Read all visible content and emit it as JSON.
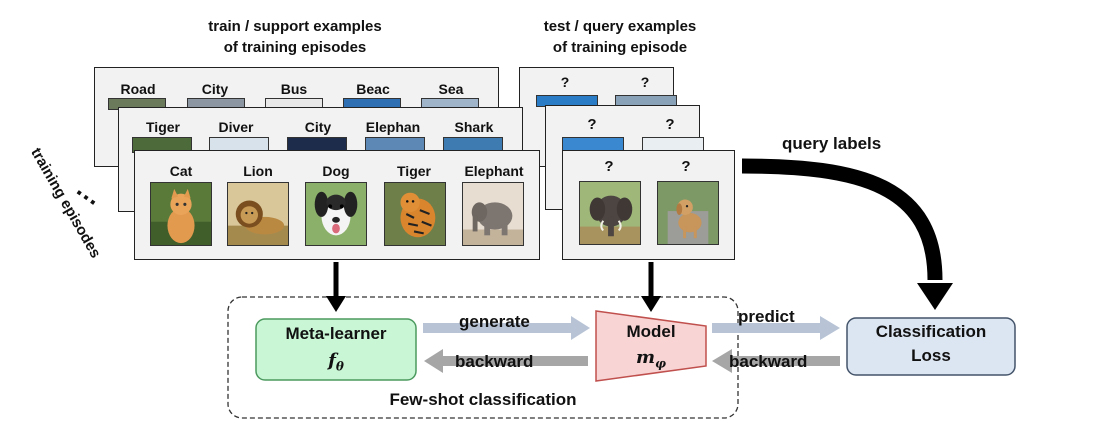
{
  "captions": {
    "support_line1": "train / support examples",
    "support_line2": "of training episodes",
    "query_line1": "test / query examples",
    "query_line2": "of training episode"
  },
  "episodes": [
    {
      "support_labels": [
        "Road",
        "City",
        "Bus",
        "Beac",
        "Sea"
      ],
      "query_labels": [
        "?",
        "?"
      ]
    },
    {
      "support_labels": [
        "Tiger",
        "Diver",
        "City",
        "Elephan",
        "Shark"
      ],
      "query_labels": [
        "?",
        "?"
      ]
    },
    {
      "support_labels": [
        "Cat",
        "Lion",
        "Dog",
        "Tiger",
        "Elephant"
      ],
      "query_labels": [
        "?",
        "?"
      ]
    }
  ],
  "ellipsis": "…",
  "training_episodes_label": "training episodes",
  "query_labels_text": "query labels",
  "meta_learner": {
    "title": "Meta-learner",
    "symbol": "fθ"
  },
  "model": {
    "title": "Model",
    "symbol": "mφ"
  },
  "classification_loss": {
    "line1": "Classification",
    "line2": "Loss"
  },
  "arrows": {
    "generate": "generate",
    "backward_left": "backward",
    "predict": "predict",
    "backward_right": "backward"
  },
  "few_shot_label": "Few-shot classification",
  "colors": {
    "meta_learner_fill": "#c9f7d6",
    "meta_learner_border": "#4c9a5f",
    "model_fill": "#f8d4d4",
    "model_border": "#c0504d",
    "loss_fill": "#dce5f2",
    "loss_border": "#44546a",
    "arrow_forward": "#b8c4d6",
    "arrow_backward": "#a6a6a6"
  }
}
